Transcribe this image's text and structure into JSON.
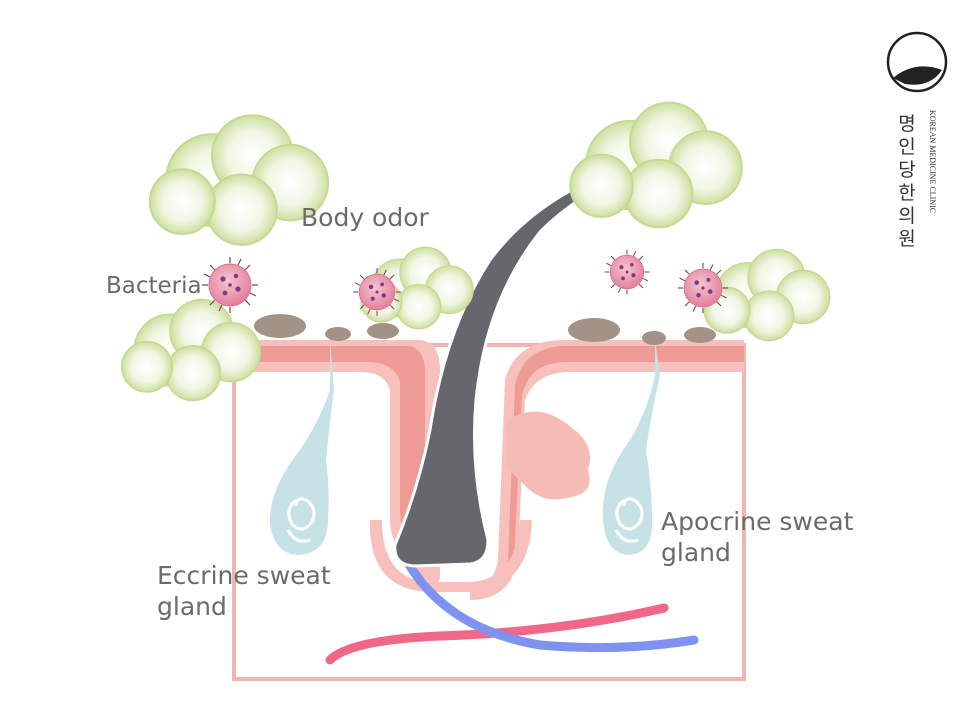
{
  "labels": {
    "body_odor": "Body odor",
    "bacteria": "Bacteria",
    "apocrine_line1": "Apocrine sweat",
    "apocrine_line2": "gland",
    "eccrine_line1": "Eccrine sweat",
    "eccrine_line2": "gland"
  },
  "logo": {
    "english": "KOREAN MEDICINE CLINIC",
    "korean_chars": [
      "명",
      "인",
      "당",
      "한",
      "의",
      "원"
    ]
  },
  "colors": {
    "hair": "#65676d",
    "odor_cloud": "#c9dc9a",
    "bacteria": "#e58ea5",
    "skin_outline": "#f2aeae",
    "dermis_band": "#ee9a95",
    "gland": "#c7e2e6",
    "sebum": "#a39286",
    "artery": "#f06787",
    "vein": "#7f92f0"
  }
}
